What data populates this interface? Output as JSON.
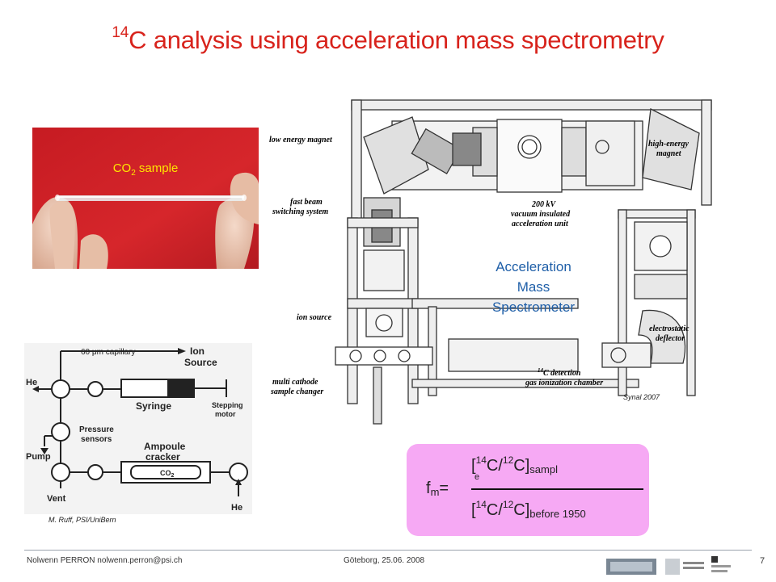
{
  "slide": {
    "title_sup": "14",
    "title_rest": "C analysis using acceleration mass spectrometry",
    "page_number": "7"
  },
  "photo": {
    "label_main": "CO",
    "label_sub": "2",
    "label_tail": " sample"
  },
  "ams": {
    "label_line1": "Acceleration",
    "label_line2": "Mass",
    "label_line3": "Spectrometer",
    "labels": {
      "low_energy_magnet": "low energy magnet",
      "high_energy_magnet_1": "high-energy",
      "high_energy_magnet_2": "magnet",
      "fast_beam_1": "fast beam",
      "fast_beam_2": "switching system",
      "acc_unit_1": "200 kV",
      "acc_unit_2": "vacuum insulated",
      "acc_unit_3": "acceleration unit",
      "ion_source": "ion source",
      "electrostatic_1": "electrostatic",
      "electrostatic_2": "deflector",
      "detection_sup": "14",
      "detection_1": "C detection",
      "detection_2": "gas ionization chamber",
      "multi_cathode_1": "multi cathode",
      "multi_cathode_2": "sample changer"
    },
    "credit": "Synal 2007"
  },
  "schematic": {
    "capillary": "60 μm capillary",
    "ion_source_1": "Ion",
    "ion_source_2": "Source",
    "he_left": "He",
    "syringe": "Syringe",
    "stepping_1": "Stepping",
    "stepping_2": "motor",
    "pressure_1": "Pressure",
    "pressure_2": "sensors",
    "pump": "Pump",
    "ampoule_1": "Ampoule",
    "ampoule_2": "cracker",
    "co2": "CO",
    "co2_sub": "2",
    "vent": "Vent",
    "he_right": "He",
    "credit": "M. Ruff, PSI/UniBern"
  },
  "formula": {
    "lhs_f": "f",
    "lhs_sub": "m",
    "lhs_eq": "=",
    "num_open": "[",
    "num_sup1": "14",
    "num_c1": "C/",
    "num_sup2": "12",
    "num_c2": "C]",
    "num_sub": "sampl",
    "num_wrap": "e",
    "den_open": "[",
    "den_sup1": "14",
    "den_c1": "C/",
    "den_sup2": "12",
    "den_c2": "C]",
    "den_sub": "before 1950"
  },
  "footer": {
    "author": "Nolwenn PERRON   nolwenn.perron@psi.ch",
    "event": "Göteborg, 25.06. 2008"
  },
  "colors": {
    "title": "#d8231c",
    "ams_label": "#1f5fa8",
    "formula_bg": "#f6a9f4",
    "photo_label": "#ffe600"
  }
}
